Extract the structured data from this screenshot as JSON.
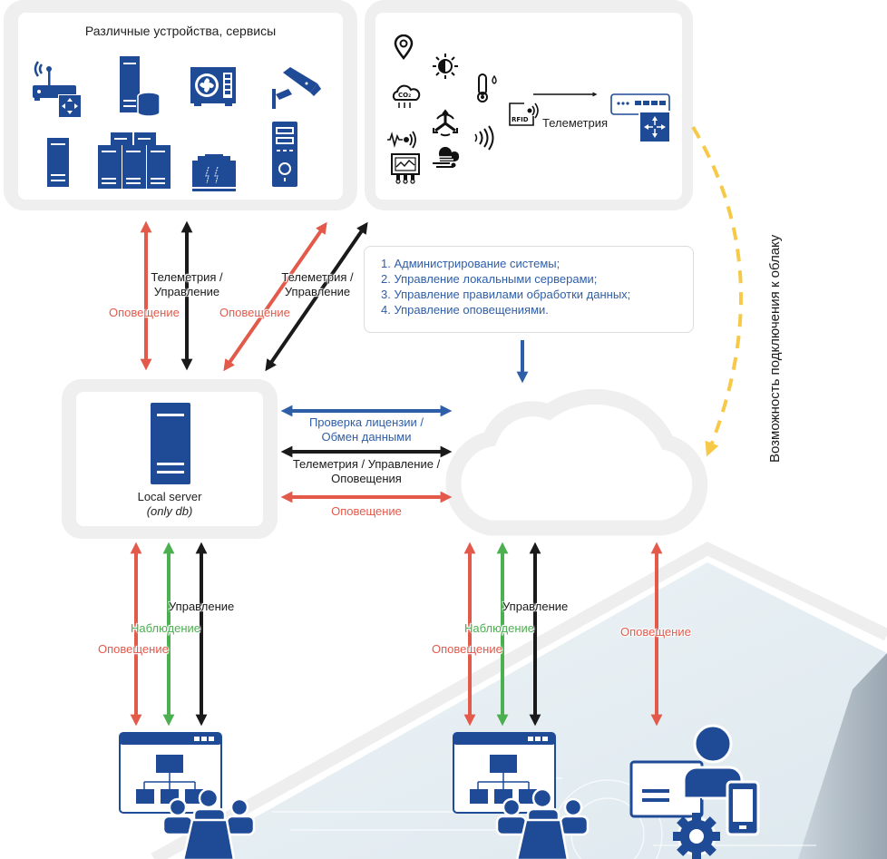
{
  "panels": {
    "devices": {
      "title": "Различные устройства, сервисы",
      "icons": [
        "wifi-router-switch-icon",
        "server-database-icon",
        "air-conditioner-icon",
        "security-camera-icon",
        "server-tower-icon",
        "server-cluster-icon",
        "battery-icon",
        "desktop-pc-icon"
      ]
    },
    "sensors": {
      "icons": [
        "location-pin-icon",
        "brightness-icon",
        "co2-cloud-icon",
        "thermometer-humidity-icon",
        "wind-turbine-icon",
        "vibration-sensor-icon",
        "signal-waves-icon",
        "wind-icon",
        "monitor-chart-icon",
        "rfid-reader-icon",
        "network-switch-icon"
      ],
      "rfid_label": "RFID",
      "arrow_label": "Телеметрия"
    },
    "local_server": {
      "title": "Local server",
      "subtitle": "(only db)"
    }
  },
  "tasks": [
    "1. Администрирование системы;",
    "2. Управление локальными серверами;",
    "3. Управление правилами обработки данных;",
    "4. Управление оповещениями."
  ],
  "links": {
    "devices_to_local": {
      "telemetry": "Телеметрия /",
      "control": "Управление",
      "alert": "Оповещение"
    },
    "sensors_to_local": {
      "telemetry": "Телеметрия /",
      "control": "Управление",
      "alert": "Оповещение"
    },
    "local_to_cloud": {
      "license": "Проверка лицензии /",
      "exchange": "Обмен данными",
      "telemetry": "Телеметрия / Управление /",
      "alerts": "Оповещения",
      "alert": "Оповещение"
    },
    "local_to_clients": {
      "control": "Управление",
      "observe": "Наблюдение",
      "alert": "Оповещение"
    },
    "cloud_to_clients": {
      "control": "Управление",
      "observe": "Наблюдение",
      "alert": "Оповещение"
    },
    "cloud_to_admin": {
      "alert": "Оповещение"
    },
    "cloud_connection": "Возможность подключения к облаку"
  },
  "colors": {
    "brand_blue": "#1f4a96",
    "text_blue": "#2f5ea8",
    "alert_red": "#e35a4b",
    "observe_green": "#4caf50",
    "control_black": "#1a1a1a",
    "cloud_dashed": "#f7c948",
    "panel_gray": "#efefef"
  }
}
